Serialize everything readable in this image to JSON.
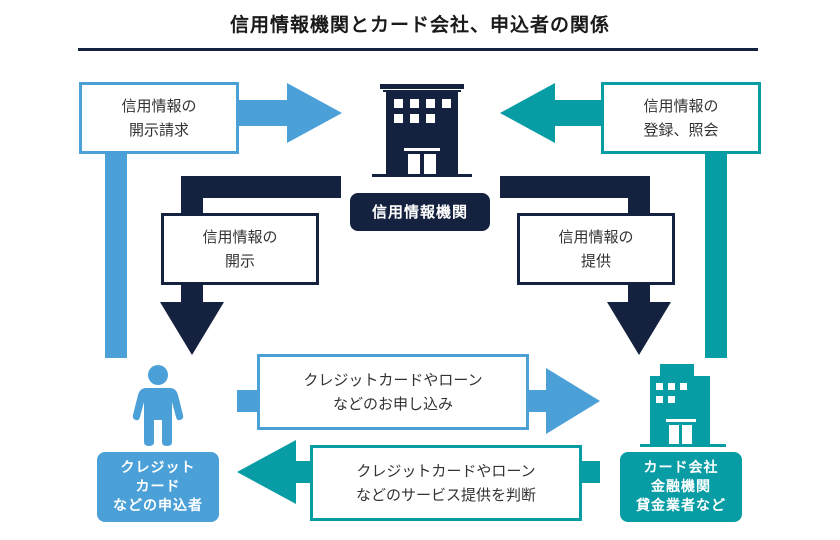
{
  "title": "信用情報機関とカード会社、申込者の関係",
  "colors": {
    "navy": "#14213f",
    "blue": "#4ca0d8",
    "teal": "#089ca5",
    "text": "#333333"
  },
  "nodes": {
    "credit_bureau": {
      "label": "信用情報機関",
      "icon": "office-building-icon"
    },
    "applicant": {
      "lines": [
        "クレジット",
        "カード",
        "などの申込者"
      ],
      "icon": "person-icon"
    },
    "card_company": {
      "lines": [
        "カード会社",
        "金融機関",
        "貸金業者など"
      ],
      "icon": "office-building-icon"
    }
  },
  "flows": {
    "disclosure_request": {
      "lines": [
        "信用情報の",
        "開示請求"
      ]
    },
    "registration_inquiry": {
      "lines": [
        "信用情報の",
        "登録、照会"
      ]
    },
    "disclosure": {
      "lines": [
        "信用情報の",
        "開示"
      ]
    },
    "provision": {
      "lines": [
        "信用情報の",
        "提供"
      ]
    },
    "application": {
      "lines": [
        "クレジットカードやローン",
        "などのお申し込み"
      ]
    },
    "service_decision": {
      "lines": [
        "クレジットカードやローン",
        "などのサービス提供を判断"
      ]
    }
  }
}
